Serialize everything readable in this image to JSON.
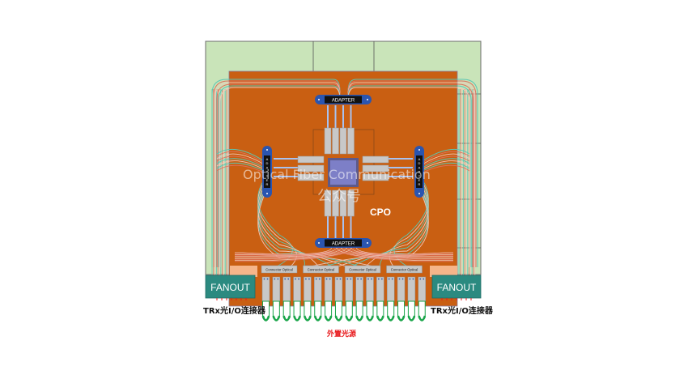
{
  "diagram": {
    "title": "CPO",
    "center_label": "CPO",
    "adapter_label": "ADAPTER",
    "adapter_vertical_letters": [
      "A",
      "D",
      "A",
      "P",
      "T",
      "E",
      "R"
    ],
    "connector_label": "Connector Optical",
    "connector_count": 4,
    "fanout_label": "FANOUT",
    "trx_label": "TRx光I/O连接器",
    "light_source_label": "外置光源",
    "laser_module_count": 16,
    "watermark_line1": "Optical Fiber Communication",
    "watermark_line2": "公众号"
  },
  "colors": {
    "board_green": "#c9e4b9",
    "substrate_orange": "#c95f12",
    "adapter_blue": "#2a55b0",
    "adapter_black": "#111111",
    "fanout_teal": "#2b8a80",
    "fiber_teal": "#5cc6b4",
    "fiber_red": "#e0705e",
    "fiber_pink": "#f2c7b8",
    "chip_purple": "#7d7fc7",
    "module_gray": "#c8c8c8",
    "laser_green": "#1aa54a",
    "label_red": "#e8191c"
  }
}
